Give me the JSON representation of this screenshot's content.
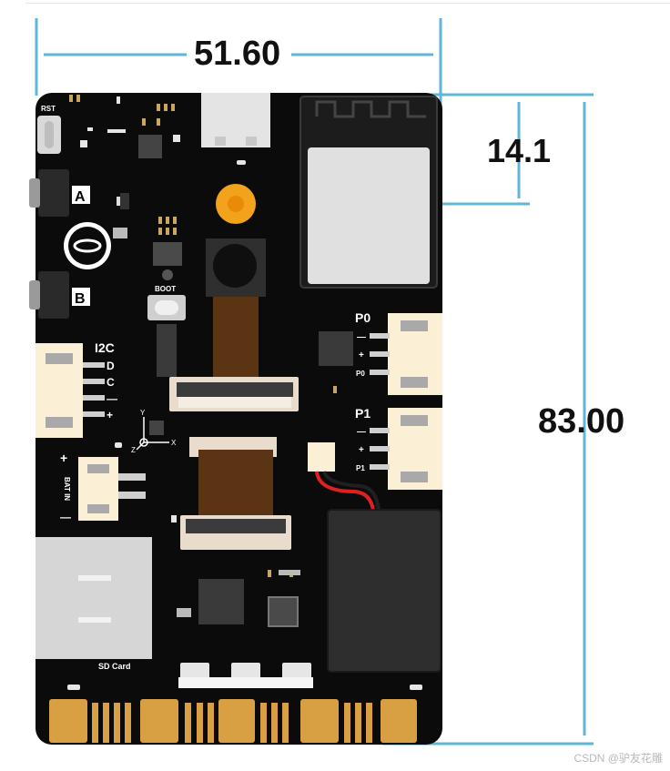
{
  "dimensions": {
    "width": "51.60",
    "offset": "14.1",
    "height": "83.00",
    "line_color": "#5fb6d6"
  },
  "labels": {
    "reset": "RST",
    "button_a": "A",
    "button_b": "B",
    "boot": "BOOT",
    "i2c": "I2C",
    "i2c_pins": [
      "D",
      "C",
      "—",
      "+"
    ],
    "port0": "P0",
    "port0_pins": [
      "—",
      "+",
      "P0"
    ],
    "port1": "P1",
    "port1_pins": [
      "—",
      "+",
      "P1"
    ],
    "battery": "BAT IN",
    "battery_plus": "+",
    "battery_minus": "—",
    "sd_card": "SD Card",
    "axis_x": "X",
    "axis_y": "Y",
    "axis_z": "Z"
  },
  "colors": {
    "pcb": "#0b0b0b",
    "gold": "#d9a043",
    "connector": "#fbefd6",
    "module_shield": "#e0e0e0",
    "speaker": "#f3a21b"
  },
  "credit": "CSDN @驴友花雕"
}
